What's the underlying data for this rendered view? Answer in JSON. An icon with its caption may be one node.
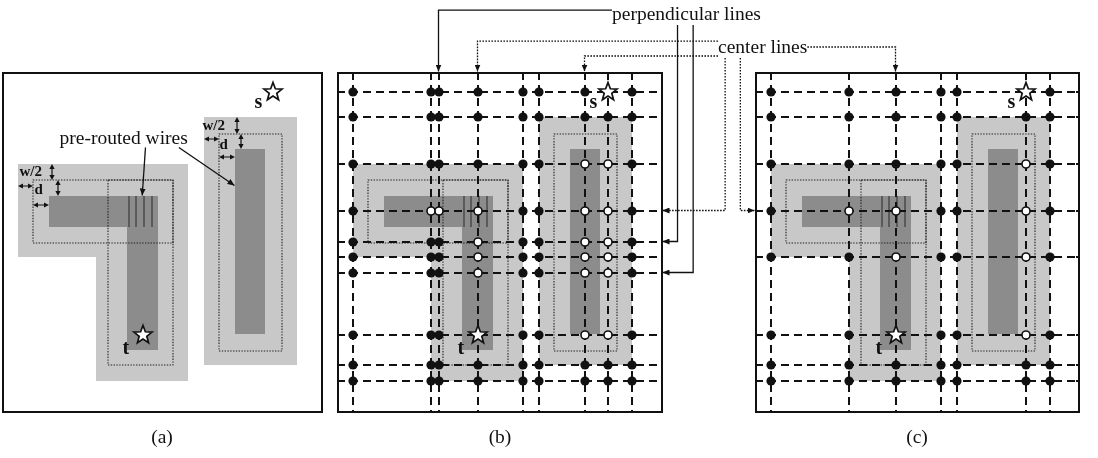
{
  "diagram": {
    "nodes": [
      {
        "text": [
          "perpendicular lines"
        ]
      },
      {
        "text": [
          "center lines"
        ]
      },
      {
        "text": [],
        "shape": "box",
        "beside": [
          "(a)"
        ]
      },
      {
        "text": [
          "pre-routed wires"
        ],
        "in": 2
      },
      {
        "text": [],
        "shape": "bar",
        "in": 2
      },
      {
        "text": [],
        "shape": "bar",
        "in": 2
      },
      {
        "text": [],
        "shape": "box",
        "beside": [
          "(b)"
        ]
      },
      {
        "text": [],
        "shape": "bar",
        "in": 6
      },
      {
        "text": [],
        "shape": "bar",
        "in": 6
      },
      {
        "text": [],
        "shape": "line",
        "in": 6
      },
      {
        "text": [],
        "shape": "line",
        "in": 6
      },
      {
        "text": [],
        "shape": "line",
        "in": 6
      },
      {
        "text": [],
        "shape": "line",
        "in": 6
      },
      {
        "text": [],
        "shape": "line",
        "in": 6
      },
      {
        "text": [],
        "shape": "line",
        "in": 6
      },
      {
        "text": [],
        "shape": "box",
        "beside": [
          "(c)"
        ]
      },
      {
        "text": [],
        "shape": "bar",
        "in": 15
      },
      {
        "text": [],
        "shape": "bar",
        "in": 15
      },
      {
        "text": [],
        "shape": "line",
        "in": 15
      },
      {
        "text": [],
        "shape": "line",
        "in": 15
      }
    ],
    "edges": [
      {
        "from": 3,
        "to": 4,
        "arrow": "to"
      },
      {
        "from": 3,
        "to": 5,
        "arrow": "to"
      },
      {
        "from": 0,
        "to": 9,
        "arrow": "to"
      },
      {
        "from": 0,
        "to": 13,
        "arrow": "to"
      },
      {
        "from": 0,
        "to": 14,
        "arrow": "to"
      },
      {
        "from": 1,
        "to": 10,
        "arrow": "to",
        "style": "dashed"
      },
      {
        "from": 1,
        "to": 11,
        "arrow": "to",
        "style": "dashed"
      },
      {
        "from": 1,
        "to": 12,
        "arrow": "to",
        "style": "dashed"
      },
      {
        "from": 1,
        "to": 19,
        "arrow": "to",
        "style": "dashed"
      },
      {
        "from": 1,
        "to": 18,
        "arrow": "to",
        "style": "dashed"
      }
    ],
    "labels": [
      "s",
      "w/2",
      "d",
      "w/2",
      "d",
      "t",
      "s",
      "t",
      "s",
      "t"
    ]
  }
}
